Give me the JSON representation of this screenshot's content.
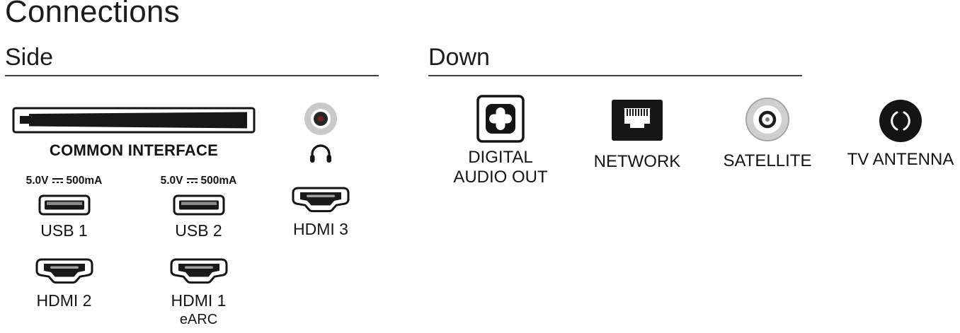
{
  "title": "Connections",
  "sections": {
    "side": {
      "heading": "Side",
      "common_interface": {
        "label": "COMMON INTERFACE",
        "icon": "common-interface-slot-icon"
      },
      "headphones": {
        "icon": "headphones-icon"
      },
      "usb1": {
        "power_voltage": "5.0V",
        "power_current": "500mA",
        "label": "USB 1",
        "icon": "usb-port-icon"
      },
      "usb2": {
        "power_voltage": "5.0V",
        "power_current": "500mA",
        "label": "USB 2",
        "icon": "usb-port-icon"
      },
      "hdmi3": {
        "label": "HDMI 3",
        "icon": "hdmi-port-icon"
      },
      "hdmi2": {
        "label": "HDMI 2",
        "icon": "hdmi-port-icon"
      },
      "hdmi1": {
        "label": "HDMI 1",
        "sublabel": "eARC",
        "icon": "hdmi-port-icon"
      }
    },
    "down": {
      "heading": "Down",
      "digital_audio_out": {
        "label_line1": "DIGITAL",
        "label_line2": "AUDIO OUT",
        "icon": "optical-audio-out-icon"
      },
      "network": {
        "label": "NETWORK",
        "icon": "ethernet-port-icon"
      },
      "satellite": {
        "label": "SATELLITE",
        "icon": "satellite-connector-icon"
      },
      "tv_antenna": {
        "label": "TV ANTENNA",
        "icon": "antenna-connector-icon"
      }
    }
  },
  "colors": {
    "text": "#1a1a1a",
    "icon_dark": "#161616",
    "jack_center": "#6e2222"
  }
}
